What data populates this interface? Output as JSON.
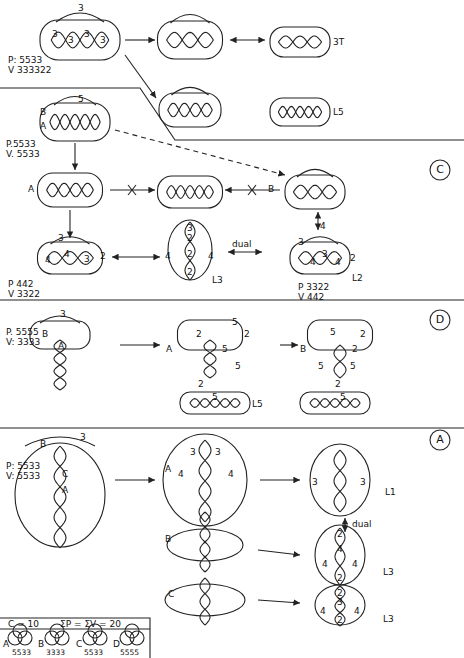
{
  "diagram": {
    "nodes": [
      {
        "text": [
          "C"
        ]
      },
      {
        "text": [
          "D"
        ]
      },
      {
        "text": [
          "A"
        ]
      }
    ],
    "labels": [
      "3",
      "3",
      "3",
      "3",
      "3",
      "P: 5533",
      "V 333322",
      "3T",
      "L5",
      "5",
      "B",
      "A",
      "P.5533",
      "V. 5533",
      "A",
      "B",
      "4",
      "3",
      "4",
      "3",
      "4",
      "2",
      "L2",
      "P 3322",
      "V 442",
      "dual",
      "3",
      "2",
      "4",
      "2",
      "4",
      "2",
      "L3",
      "3",
      "4",
      "4",
      "3",
      "2",
      "P 442",
      "V 3322",
      "3",
      "P. 5555",
      "V: 3333",
      "B",
      "A",
      "A",
      "5",
      "2",
      "2",
      "5",
      "5",
      "2",
      "5",
      "L5",
      "B",
      "5",
      "2",
      "2",
      "5",
      "5",
      "2",
      "5",
      "3",
      "B",
      "C",
      "A",
      "P: 5533",
      "V: 5533",
      "A",
      "3",
      "4",
      "4",
      "3",
      "3",
      "3",
      "L1",
      "dual",
      "B",
      "2",
      "4",
      "4",
      "4",
      "2",
      "L3",
      "C",
      "2",
      "3",
      "4",
      "4",
      "2",
      "L3",
      "C = 10",
      "ΣP = ΣV = 20",
      "A",
      "B",
      "C",
      "D",
      "5533",
      "3333",
      "5533",
      "5555"
    ]
  }
}
